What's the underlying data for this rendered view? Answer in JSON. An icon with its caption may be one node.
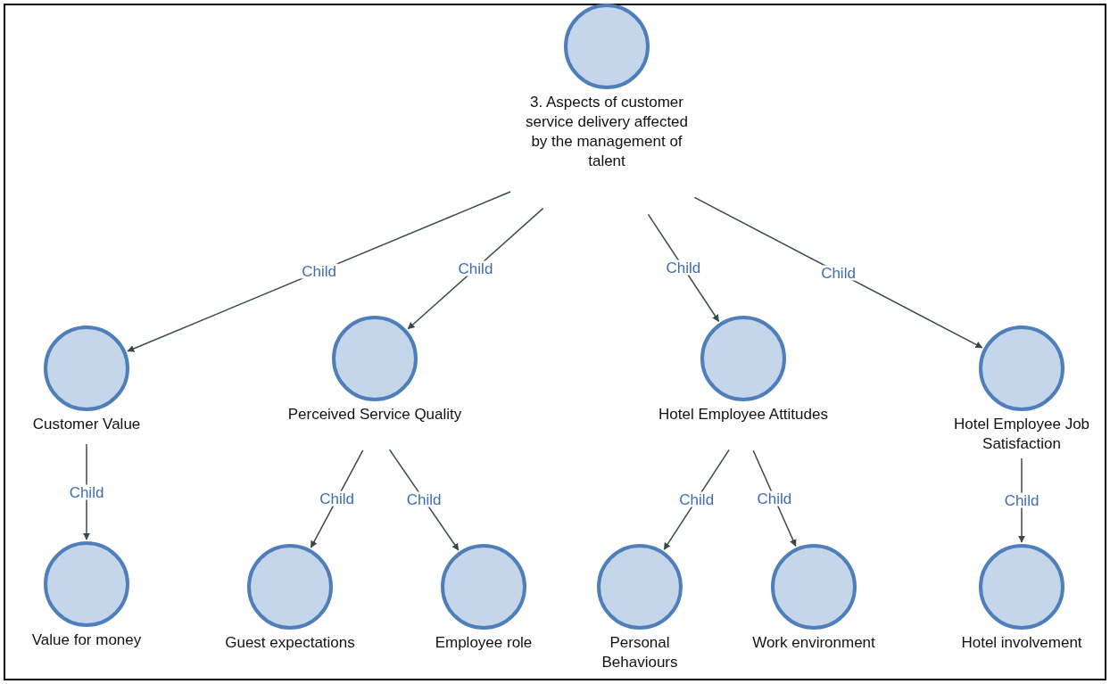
{
  "diagram": {
    "nodes": [
      {
        "text": [
          "3. Aspects of customer service delivery affected by the management of talent"
        ]
      },
      {
        "text": [
          "Customer Value"
        ]
      },
      {
        "text": [
          "Perceived Service Quality"
        ]
      },
      {
        "text": [
          "Hotel Employee Attitudes"
        ]
      },
      {
        "text": [
          "Hotel Employee Job Satisfaction"
        ]
      },
      {
        "text": [
          "Value for money"
        ]
      },
      {
        "text": [
          "Guest expectations"
        ]
      },
      {
        "text": [
          "Employee role"
        ]
      },
      {
        "text": [
          "Personal Behaviours"
        ]
      },
      {
        "text": [
          "Work environment"
        ]
      },
      {
        "text": [
          "Hotel involvement"
        ]
      }
    ],
    "edges": [
      {
        "from": 0,
        "to": 1,
        "arrow": "to",
        "label": "Child"
      },
      {
        "from": 0,
        "to": 2,
        "arrow": "to",
        "label": "Child"
      },
      {
        "from": 0,
        "to": 3,
        "arrow": "to",
        "label": "Child"
      },
      {
        "from": 0,
        "to": 4,
        "arrow": "to",
        "label": "Child"
      },
      {
        "from": 1,
        "to": 5,
        "arrow": "to",
        "label": "Child"
      },
      {
        "from": 2,
        "to": 6,
        "arrow": "to",
        "label": "Child"
      },
      {
        "from": 2,
        "to": 7,
        "arrow": "to",
        "label": "Child"
      },
      {
        "from": 3,
        "to": 8,
        "arrow": "to",
        "label": "Child"
      },
      {
        "from": 3,
        "to": 9,
        "arrow": "to",
        "label": "Child"
      },
      {
        "from": 4,
        "to": 10,
        "arrow": "to",
        "label": "Child"
      }
    ]
  }
}
